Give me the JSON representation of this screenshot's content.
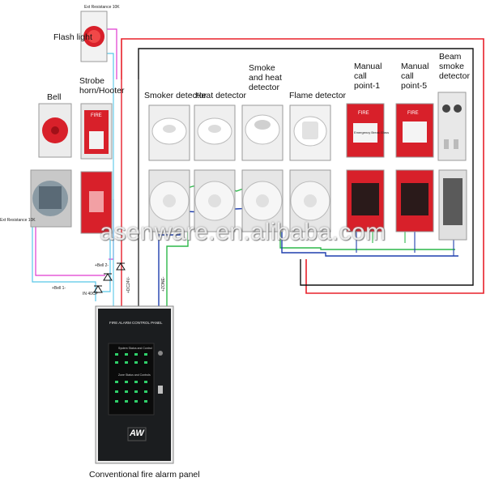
{
  "colors": {
    "wire_red": "#e8202a",
    "wire_black": "#111111",
    "wire_green": "#2db84a",
    "wire_blue": "#1f3fae",
    "wire_cyan": "#57c6e8",
    "wire_magenta": "#e03ad0",
    "device_red": "#d8202a",
    "panel_body": "#1b1d1f"
  },
  "devices": {
    "flash_light": "Flash light",
    "bell": "Bell",
    "strobe": "Strobe horn/Hooter",
    "smoke_detector": "Smoker detector",
    "heat_detector": "Heat detector",
    "smoke_heat_detector": "Smoke and heat detector",
    "flame_detector": "Flame detector",
    "manual_call_point_1": "Manual call point-1",
    "manual_call_point_5": "Manual call point-5",
    "beam_detector": "Beam smoke detector"
  },
  "wire_labels": {
    "bell_1": "+Bell 1-",
    "bell_2": "+Bell 2-",
    "in_40cp": "IN 40CP",
    "dc24v": "+DC24V-",
    "zone": "+ZONE-",
    "flash_tag": "Ext Resistance 10K",
    "bell_tag": "Ext Resistance 10K"
  },
  "panel": {
    "title": "FIRE ALARM CONTROL PANEL",
    "caption": "Conventional fire alarm panel",
    "logo": "AW",
    "sub1": "System Status and Control",
    "sub2": "Zone Status and Controls"
  },
  "device_text": {
    "fire": "FIRE",
    "break_glass": "Emergency Break Glass"
  },
  "watermark": "asenware.en.alibaba.com"
}
